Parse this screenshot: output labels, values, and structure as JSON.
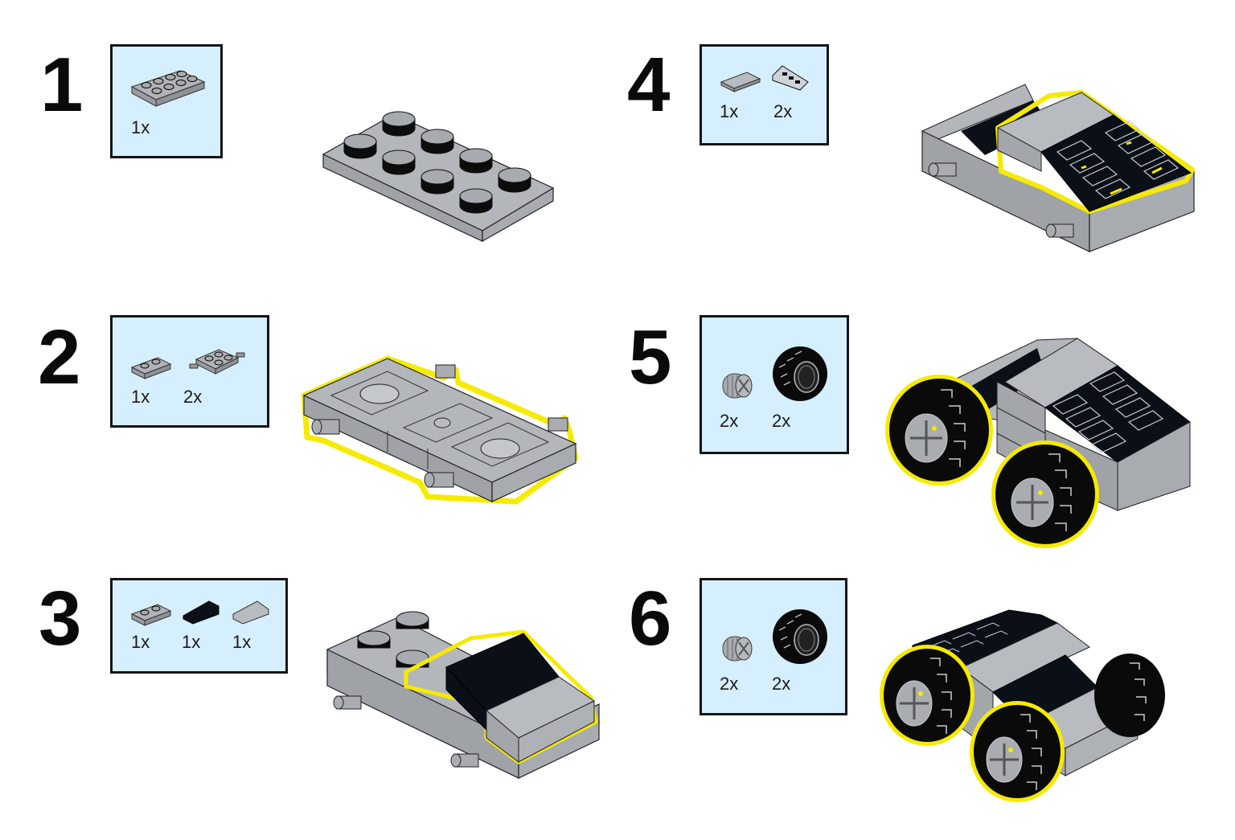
{
  "document": {
    "type": "building-instructions",
    "colors": {
      "box_bg": "#d6efff",
      "box_border": "#141414",
      "brick_gray": "#a6a9ae",
      "brick_black": "#0a0f18",
      "highlight": "#f5ea00"
    }
  },
  "steps": [
    {
      "number": "1",
      "parts": [
        {
          "name": "plate-2x4-gray",
          "qty": "1x"
        }
      ]
    },
    {
      "number": "2",
      "parts": [
        {
          "name": "plate-1x2-gray",
          "qty": "1x"
        },
        {
          "name": "plate-2x2-wheel-holder-gray",
          "qty": "2x"
        }
      ]
    },
    {
      "number": "3",
      "parts": [
        {
          "name": "plate-1x2-gray",
          "qty": "1x"
        },
        {
          "name": "slope-black",
          "qty": "1x"
        },
        {
          "name": "slope-gray",
          "qty": "1x"
        }
      ]
    },
    {
      "number": "4",
      "parts": [
        {
          "name": "tile-1x2-gray",
          "qty": "1x"
        },
        {
          "name": "slope-grille-printed",
          "qty": "2x"
        }
      ]
    },
    {
      "number": "5",
      "parts": [
        {
          "name": "wheel-rim-gray",
          "qty": "2x"
        },
        {
          "name": "tire-black",
          "qty": "2x"
        }
      ]
    },
    {
      "number": "6",
      "parts": [
        {
          "name": "wheel-rim-gray",
          "qty": "2x"
        },
        {
          "name": "tire-black",
          "qty": "2x"
        }
      ]
    }
  ]
}
